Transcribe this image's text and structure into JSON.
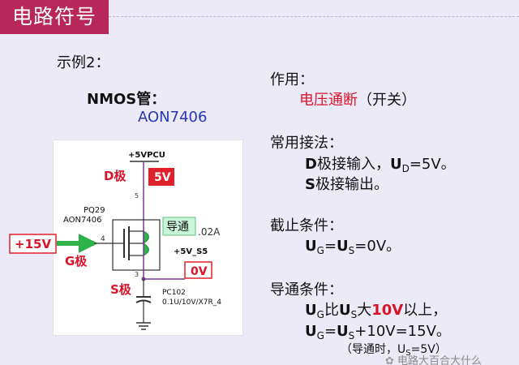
{
  "title": "电路符号",
  "example": "示例2：",
  "nmos_label": "NMOS管：",
  "part_number": "AON7406",
  "role_heading": "作用：",
  "role_value": "电压通断",
  "role_paren": "（开关）",
  "wiring_heading": "常用接法：",
  "wiring_d": {
    "letter": "D",
    "text": "极接输入，",
    "u": "U",
    "sub": "D",
    "eq": "=5V。"
  },
  "wiring_s": {
    "letter": "S",
    "text": "极接输出。"
  },
  "cutoff_heading": "截止条件：",
  "cutoff_line": {
    "u1": "U",
    "s1": "G",
    "mid": "=",
    "u2": "U",
    "s2": "S",
    "end": "=0V。"
  },
  "on_heading": "导通条件：",
  "on_line1": {
    "u1": "U",
    "s1": "G",
    "t1": "比",
    "u2": "U",
    "s2": "S",
    "t2": "大",
    "hl": "10V",
    "t3": "以上，"
  },
  "on_line2": {
    "u1": "U",
    "s1": "G",
    "mid": "=",
    "u2": "U",
    "s2": "S",
    "end": "+10V=15V。"
  },
  "on_note": {
    "pre": "（导通时，",
    "u": "U",
    "s": "S",
    "end": "=5V）"
  },
  "watermark": "电路大百合大什么",
  "schematic": {
    "supply_net": "+5VPCU",
    "d_label": "D极",
    "d_value": "5V",
    "pin5": "5",
    "ref": "PQ29",
    "part": "AON7406",
    "on_label": "导通",
    "cut_text": ".02A",
    "g_input": "+15V",
    "pin4": "4",
    "g_label": "G极",
    "net_s5": "+5V_S5",
    "s_value": "0V",
    "pin3": "3",
    "s_label": "S极",
    "cap_ref": "PC102",
    "cap_value": "0.1U/10V/X7R_4"
  },
  "colors": {
    "title_bg": "#b7275a",
    "red_box": "#e0202a",
    "green_box": "#c8f5da",
    "green_arrow": "#2fb24a",
    "nmos_blue": "#2438b8",
    "highlight_red": "#d9132a"
  }
}
